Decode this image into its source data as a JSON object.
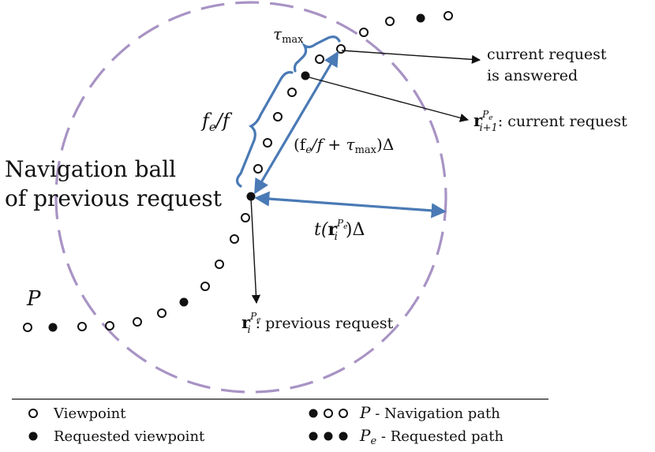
{
  "labels": {
    "ball_line1": "Navigation ball",
    "ball_line2": "of previous request",
    "path_P": "P",
    "tau_max": "τ",
    "tau_sub": "max",
    "fe_over_f": "f",
    "fe_sub": "e",
    "fe_slash_f": "/f",
    "distance_expr": "(f",
    "distance_expr_sub": "e",
    "distance_expr_rest": "/f + τ",
    "distance_expr_sub2": "max",
    "distance_expr_end": ")Δ",
    "radius_prefix": "t(",
    "radius_r": "r",
    "radius_sup": "P",
    "radius_supsub": "e",
    "radius_sub": "i",
    "radius_suffix": ")Δ",
    "current_answered_line1": "current request",
    "current_answered_line2": "is answered",
    "current_request_r": "r",
    "current_request_sup": "P",
    "current_request_supsub": "e",
    "current_request_sub": "i+1",
    "current_request_text": ": current request",
    "previous_request_r": "r",
    "previous_request_sup": "P",
    "previous_request_supsub": "e",
    "previous_request_sub": "i",
    "previous_request_text": ": previous request"
  },
  "legend": {
    "viewpoint": "Viewpoint",
    "requested_viewpoint": "Requested viewpoint",
    "nav_path_symbol": "P",
    "nav_path_text": " - Navigation path",
    "req_path_symbol": "P",
    "req_path_symbol_sub": "e",
    "req_path_text": " - Requested path"
  },
  "colors": {
    "ball": "#a893c4",
    "accent": "#4a7ab5",
    "ink": "#111111"
  }
}
